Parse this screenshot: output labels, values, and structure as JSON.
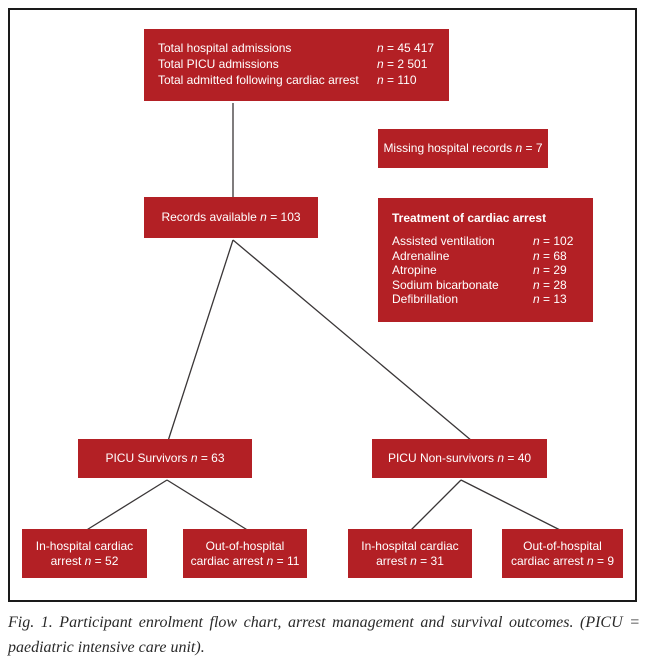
{
  "palette": {
    "box_red": "#b32025",
    "box_text": "#ffffff",
    "line_color": "#3a3637",
    "frame_border": "#1a1a1a"
  },
  "flowchart": {
    "admissions_box": {
      "rows": [
        {
          "label": "Total hospital admissions",
          "value": "n = 45 417"
        },
        {
          "label": "Total PICU admissions",
          "value": "n = 2 501"
        },
        {
          "label": "Total admitted following cardiac arrest",
          "value": "n = 110"
        }
      ]
    },
    "missing_records_box": {
      "label": "Missing hospital records",
      "value": "n = 7"
    },
    "records_available_box": {
      "label": "Records available",
      "value": "n = 103"
    },
    "treatment_box": {
      "title": "Treatment of cardiac arrest",
      "rows": [
        {
          "label": "Assisted ventilation",
          "value": "n = 102"
        },
        {
          "label": "Adrenaline",
          "value": "n = 68"
        },
        {
          "label": "Atropine",
          "value": "n = 29"
        },
        {
          "label": "Sodium bicarbonate",
          "value": "n = 28"
        },
        {
          "label": "Defibrillation",
          "value": "n = 13"
        }
      ]
    },
    "picu_survivors_box": {
      "label": "PICU Survivors",
      "value": "n = 63"
    },
    "picu_non_survivors_box": {
      "label": "PICU Non-survivors",
      "value": "n = 40"
    },
    "in_hospital_survivors_box": {
      "label": "In-hospital cardiac",
      "value2": "arrest n = 52",
      "label_full": "In-hospital cardiac arrest",
      "value": "n = 52"
    },
    "out_hospital_survivors_box": {
      "label_full": "Out-of-hospital cardiac arrest",
      "label": "Out-of-hospital cardiac arrest",
      "value": "n = 11"
    },
    "in_hospital_non_survivors_box": {
      "label_full": "In-hospital cardiac arrest",
      "label": "In-hospital cardiac arrest",
      "value": "n = 31"
    },
    "out_hospital_non_survivors_box": {
      "label_full": "Out-of-hospital cardiac arrest",
      "label": "Out-of-hospital cardiac arrest",
      "value": "n = 9"
    }
  },
  "caption": {
    "text": "Fig. 1. Participant enrolment flow chart, arrest management and survival outcomes. (PICU = paediatric intensive care unit)."
  }
}
